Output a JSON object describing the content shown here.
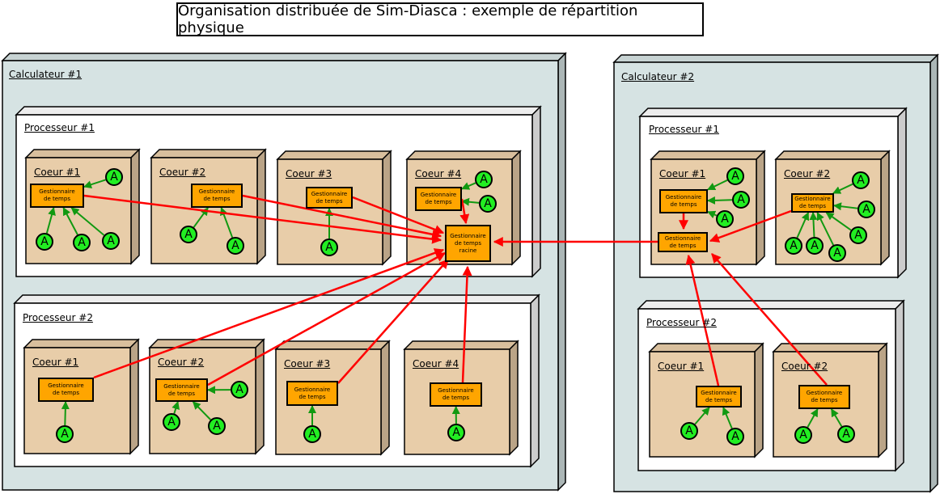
{
  "title": "Organisation distribuée de Sim-Diasca : exemple de répartition physique",
  "colors": {
    "computer": "#d6e3e3",
    "processor": "#ffffff",
    "core": "#e8cda9",
    "manager": "#ffa500",
    "agent": "#22ee22",
    "red_arrow": "#ff0000",
    "green_arrow": "#119911"
  },
  "labels": {
    "computer1": "Calculateur #1",
    "computer2": "Calculateur #2",
    "c1p1": "Processeur #1",
    "c1p2": "Processeur #2",
    "c2p1": "Processeur #1",
    "c2p2": "Processeur #2",
    "c1p1k1": "Coeur #1",
    "c1p1k2": "Coeur #2",
    "c1p1k3": "Coeur #3",
    "c1p1k4": "Coeur #4",
    "c1p2k1": "Coeur #1",
    "c1p2k2": "Coeur #2",
    "c1p2k3": "Coeur #3",
    "c1p2k4": "Coeur #4",
    "c2p1k1": "Coeur #1",
    "c2p1k2": "Coeur #2",
    "c2p2k1": "Coeur #1",
    "c2p2k2": "Coeur #2"
  },
  "manager_label": "Gestionnaire\nde temps",
  "root_manager_label": "Gestionnaire\nde temps\nracine",
  "agent_label": "A"
}
